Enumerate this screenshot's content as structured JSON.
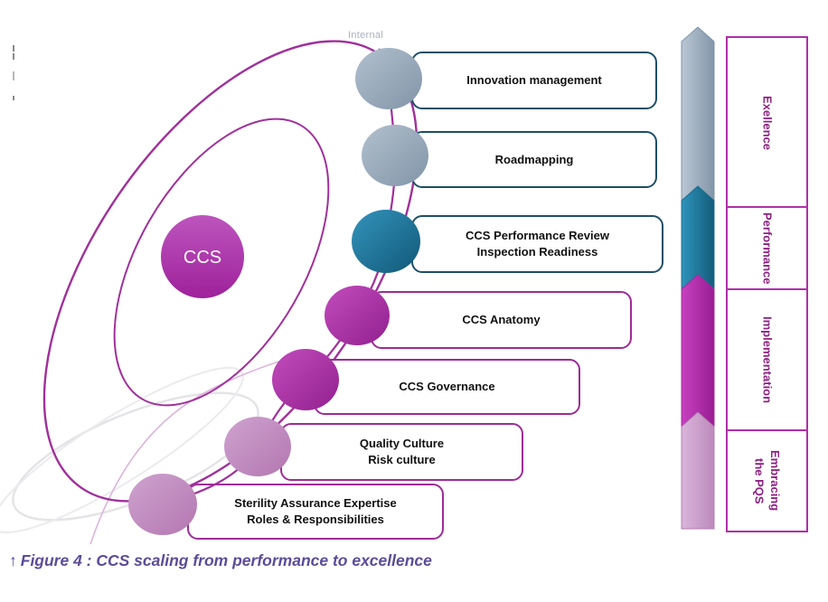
{
  "meta": {
    "internal_label": "Internal"
  },
  "center": {
    "label": "CCS"
  },
  "items": [
    {
      "lines": [
        "Innovation management"
      ],
      "theme": "steel"
    },
    {
      "lines": [
        "Roadmapping"
      ],
      "theme": "steel"
    },
    {
      "lines": [
        "CCS Performance Review",
        "Inspection Readiness"
      ],
      "theme": "teal"
    },
    {
      "lines": [
        "CCS Anatomy"
      ],
      "theme": "magenta"
    },
    {
      "lines": [
        "CCS Governance"
      ],
      "theme": "magenta"
    },
    {
      "lines": [
        "Quality Culture",
        "Risk culture"
      ],
      "theme": "plum"
    },
    {
      "lines": [
        "Sterility Assurance Expertise",
        "Roles & Responsibilities"
      ],
      "theme": "plum"
    }
  ],
  "stages": [
    {
      "lines": [
        "Exellence"
      ]
    },
    {
      "lines": [
        "Performance"
      ]
    },
    {
      "lines": [
        "Implementation"
      ]
    },
    {
      "lines": [
        "Embracing",
        "the PQS"
      ]
    }
  ],
  "caption": {
    "arrow": "↑",
    "text": "Figure 4 : CCS scaling from performance to excellence"
  },
  "colors": {
    "spiral_magenta": "#a0309a",
    "steel_circle": "#97a9bb",
    "teal_circle": "#1f7fa6",
    "magenta_circle": "#ab2fa6",
    "plum_circle": "#c291c0",
    "steel_border": "#1d4f66",
    "magenta_border": "#9e2b97",
    "stage_border": "#b02fa8",
    "stage_text": "#8e2184",
    "caption_purple": "#5c4b99",
    "internal_gray": "#a9b3c0"
  }
}
